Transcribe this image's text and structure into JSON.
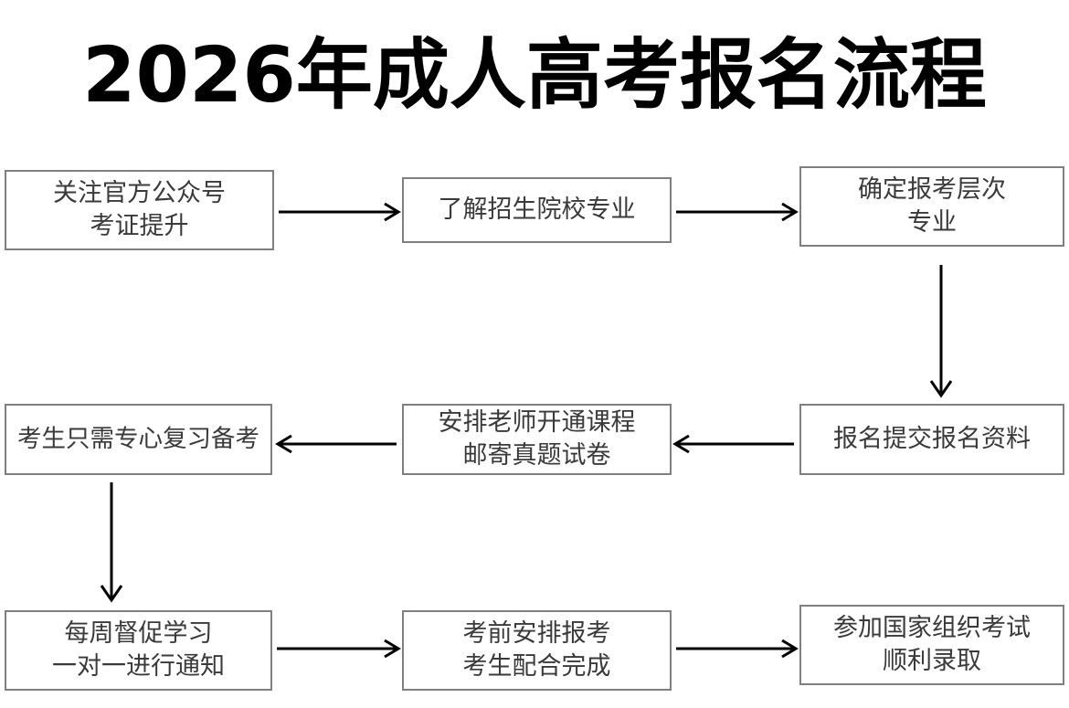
{
  "page": {
    "title": "2026年成人高考报名流程",
    "background_color": "#ffffff",
    "node_border_color": "#7f7f7f",
    "node_text_color": "#3a3a3a",
    "arrow_color": "#000000",
    "title_color": "#000000"
  },
  "flow": {
    "nodes": [
      {
        "id": "n1",
        "lines": [
          "关注官方公众号",
          "考证提升"
        ],
        "row": 1,
        "col": 1
      },
      {
        "id": "n2",
        "lines": [
          "了解招生院校专业"
        ],
        "row": 1,
        "col": 2
      },
      {
        "id": "n3",
        "lines": [
          "确定报考层次",
          "专业"
        ],
        "row": 1,
        "col": 3
      },
      {
        "id": "n4",
        "lines": [
          "报名提交报名资料"
        ],
        "row": 2,
        "col": 3
      },
      {
        "id": "n5",
        "lines": [
          "安排老师开通课程",
          "邮寄真题试卷"
        ],
        "row": 2,
        "col": 2
      },
      {
        "id": "n6",
        "lines": [
          "考生只需专心复习备考"
        ],
        "row": 2,
        "col": 1
      },
      {
        "id": "n7",
        "lines": [
          "每周督促学习",
          "一对一进行通知"
        ],
        "row": 3,
        "col": 1
      },
      {
        "id": "n8",
        "lines": [
          "考前安排报考",
          "考生配合完成"
        ],
        "row": 3,
        "col": 2
      },
      {
        "id": "n9",
        "lines": [
          "参加国家组织考试",
          "顺利录取"
        ],
        "row": 3,
        "col": 3
      }
    ],
    "connectors": [
      {
        "id": "c1",
        "from": "n1",
        "to": "n2",
        "direction": "right"
      },
      {
        "id": "c2",
        "from": "n2",
        "to": "n3",
        "direction": "right"
      },
      {
        "id": "c3",
        "from": "n3",
        "to": "n4",
        "direction": "down"
      },
      {
        "id": "c4",
        "from": "n4",
        "to": "n5",
        "direction": "left"
      },
      {
        "id": "c5",
        "from": "n5",
        "to": "n6",
        "direction": "left"
      },
      {
        "id": "c6",
        "from": "n6",
        "to": "n7",
        "direction": "down"
      },
      {
        "id": "c7",
        "from": "n7",
        "to": "n8",
        "direction": "right"
      },
      {
        "id": "c8",
        "from": "n8",
        "to": "n9",
        "direction": "right"
      }
    ]
  }
}
